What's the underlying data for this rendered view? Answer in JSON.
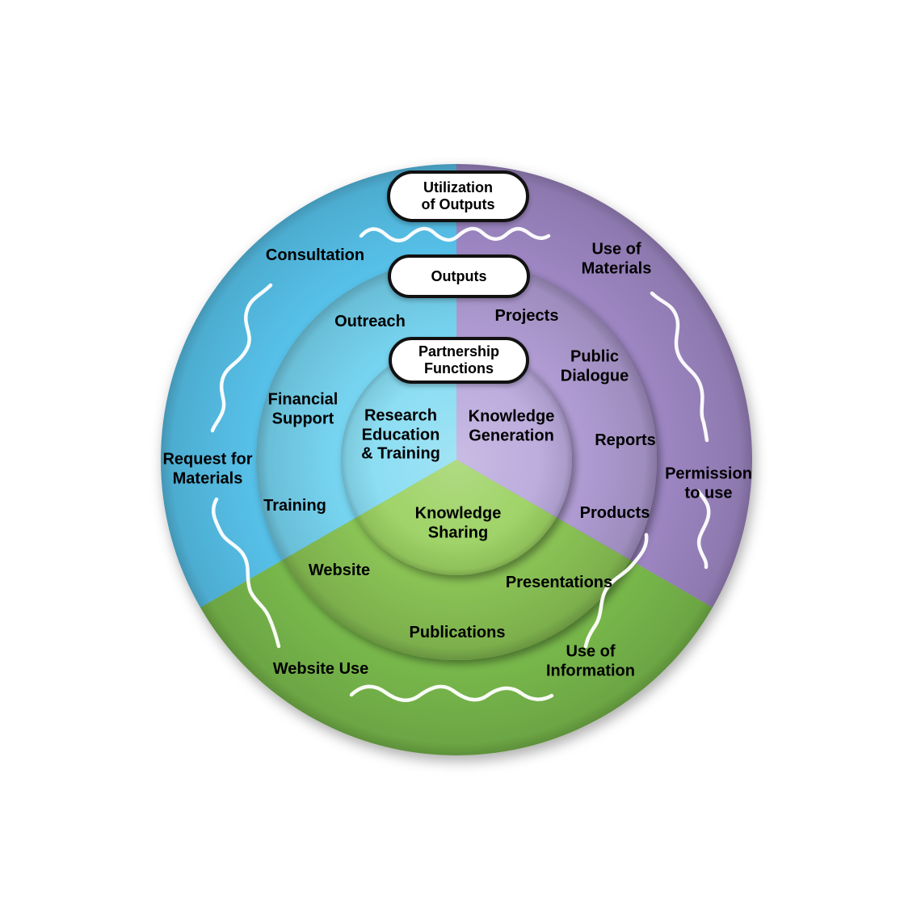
{
  "diagram": {
    "type": "concentric-ring-pie",
    "rings": [
      {
        "level": "inner",
        "name": "Partnership Functions",
        "segments": [
          {
            "color": "blue",
            "items": [
              "Research Education & Training"
            ]
          },
          {
            "color": "purple",
            "items": [
              "Knowledge Generation"
            ]
          },
          {
            "color": "green",
            "items": [
              "Knowledge Sharing"
            ]
          }
        ]
      },
      {
        "level": "middle",
        "name": "Outputs",
        "segments": [
          {
            "color": "blue",
            "items": [
              "Outreach",
              "Financial Support",
              "Training"
            ]
          },
          {
            "color": "purple",
            "items": [
              "Projects",
              "Public Dialogue",
              "Reports",
              "Products"
            ]
          },
          {
            "color": "green",
            "items": [
              "Website",
              "Publications",
              "Presentations"
            ]
          }
        ]
      },
      {
        "level": "outer",
        "name": "Utilization of Outputs",
        "segments": [
          {
            "color": "blue",
            "items": [
              "Consultation",
              "Request for Materials"
            ]
          },
          {
            "color": "purple",
            "items": [
              "Use of Materials",
              "Permission to use"
            ]
          },
          {
            "color": "green",
            "items": [
              "Website Use",
              "Use of Information"
            ]
          }
        ]
      }
    ]
  },
  "labels": {
    "ring_outer": "Utilization\nof Outputs",
    "ring_middle": "Outputs",
    "ring_inner": "Partnership\nFunctions",
    "consultation": "Consultation",
    "use_of_materials": "Use of\nMaterials",
    "outreach": "Outreach",
    "projects": "Projects",
    "public_dialogue": "Public\nDialogue",
    "financial_support": "Financial\nSupport",
    "research_education": "Research\nEducation\n& Training",
    "knowledge_generation": "Knowledge\nGeneration",
    "reports": "Reports",
    "request_for_materials": "Request for\nMaterials",
    "permission_to_use": "Permission\nto use",
    "training": "Training",
    "knowledge_sharing": "Knowledge\nSharing",
    "products": "Products",
    "website": "Website",
    "presentations": "Presentations",
    "publications": "Publications",
    "website_use": "Website Use",
    "use_of_information": "Use of\nInformation"
  },
  "colors": {
    "blue_outer": "#56c0e8",
    "blue_middle": "#76d4f0",
    "blue_inner": "#87dcf2",
    "purple_outer": "#9d86c2",
    "purple_middle": "#b09cd3",
    "purple_inner": "#b9a9dc",
    "green_outer": "#78b84b",
    "green_middle": "#8ac355",
    "green_inner": "#9bd161",
    "label_text": "#000000",
    "pill_fill": "#ffffff",
    "pill_border": "#111111",
    "squiggle": "#ffffff"
  }
}
